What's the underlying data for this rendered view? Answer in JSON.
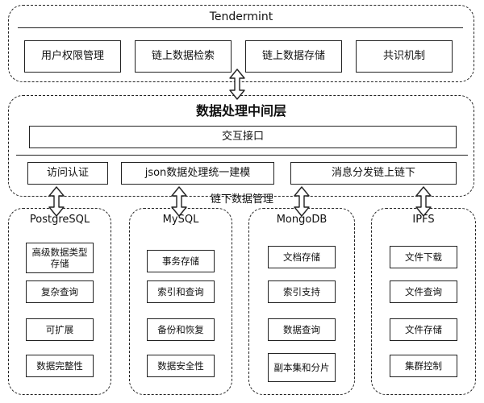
{
  "tendermint": {
    "title": "Tendermint",
    "modules": [
      "用户权限管理",
      "链上数据检索",
      "链上数据存储",
      "共识机制"
    ]
  },
  "middleware": {
    "title": "数据处理中间层",
    "interaction": "交互接口",
    "modules": [
      "访问认证",
      "json数据处理统一建模",
      "消息分发链上链下"
    ],
    "offchain_label": "链下数据管理"
  },
  "databases": [
    {
      "name": "PostgreSQL",
      "items": [
        "高级数据类型存储",
        "复杂查询",
        "可扩展",
        "数据完整性"
      ]
    },
    {
      "name": "MySQL",
      "items": [
        "事务存储",
        "索引和查询",
        "备份和恢复",
        "数据安全性"
      ]
    },
    {
      "name": "MongoDB",
      "items": [
        "文档存储",
        "索引支持",
        "数据查询",
        "副本集和分片"
      ]
    },
    {
      "name": "IPFS",
      "items": [
        "文件下载",
        "文件查询",
        "文件存储",
        "集群控制"
      ]
    }
  ]
}
